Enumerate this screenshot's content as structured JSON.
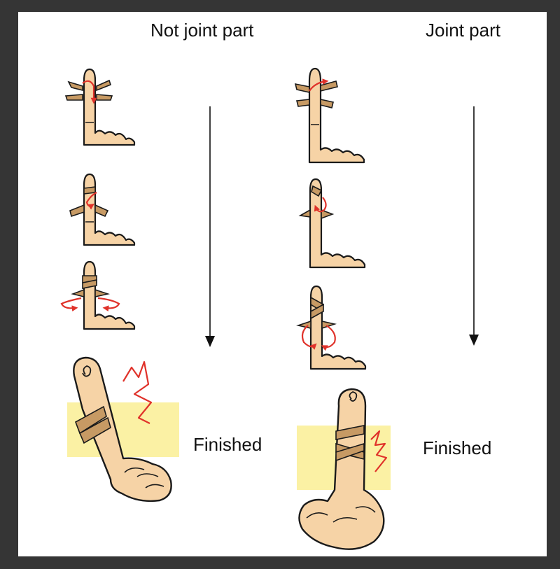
{
  "columns": [
    {
      "heading": "Not joint part",
      "finished_label": "Finished"
    },
    {
      "heading": "Joint part",
      "finished_label": "Finished"
    }
  ],
  "colors": {
    "frame": "#353535",
    "background": "#ffffff",
    "skin": "#f6d3a6",
    "outline": "#1a1a1a",
    "tape": "#c79a64",
    "arrow_red": "#e0322a",
    "highlight": "#fbf1a4",
    "flow_arrow": "#111111"
  },
  "icons": [
    "finger-icon",
    "tape-icon",
    "wrap-arrow-icon",
    "down-arrow-icon",
    "pain-zigzag-icon"
  ]
}
